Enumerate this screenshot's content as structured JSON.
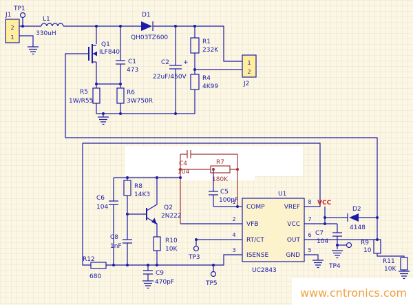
{
  "schematic": {
    "watermark": "www.cntronics.com",
    "power_label": "VCC",
    "test_points": {
      "tp1": "TP1",
      "tp3": "TP3",
      "tp4": "TP4",
      "tp5": "TP5"
    },
    "connectors": {
      "j1": {
        "name": "J1",
        "pin_top": "2",
        "pin_bottom": "1"
      },
      "j2": {
        "name": "J2",
        "pin_top": "1",
        "pin_bottom": "2"
      }
    },
    "ic": {
      "name": "U1",
      "part": "UC2843",
      "left_pins": [
        {
          "num": "1",
          "label": "COMP"
        },
        {
          "num": "2",
          "label": "VFB"
        },
        {
          "num": "4",
          "label": "RT/CT"
        },
        {
          "num": "3",
          "label": "ISENSE"
        }
      ],
      "right_pins": [
        {
          "num": "8",
          "label": "VREF"
        },
        {
          "num": "7",
          "label": "VCC"
        },
        {
          "num": "6",
          "label": "OUT"
        },
        {
          "num": "5",
          "label": "GND"
        }
      ]
    },
    "components": {
      "l1": {
        "name": "L1",
        "value": "330uH"
      },
      "d1": {
        "name": "D1",
        "value": "QH03TZ600"
      },
      "d2": {
        "name": "D2",
        "value": "4148"
      },
      "q1": {
        "name": "Q1",
        "value": "ILF840"
      },
      "q2": {
        "name": "Q2",
        "value": "2N222"
      },
      "r1": {
        "name": "R1",
        "value": "232K"
      },
      "r4": {
        "name": "R4",
        "value": "4K99"
      },
      "r5": {
        "name": "R5",
        "value": "1W/R55"
      },
      "r6": {
        "name": "R6",
        "value": "3W750R"
      },
      "r7": {
        "name": "R7",
        "value": "180K"
      },
      "r8": {
        "name": "R8",
        "value": "14K3"
      },
      "r9": {
        "name": "R9",
        "value": "10"
      },
      "r10": {
        "name": "R10",
        "value": "10K"
      },
      "r11": {
        "name": "R11",
        "value": "10K"
      },
      "r12": {
        "name": "R12",
        "value": "680"
      },
      "c1": {
        "name": "C1",
        "value": "473"
      },
      "c2": {
        "name": "C2",
        "value": "22uF/450V",
        "polarity": "+"
      },
      "c4": {
        "name": "C4",
        "value": "104"
      },
      "c5": {
        "name": "C5",
        "value": "100pF"
      },
      "c6": {
        "name": "C6",
        "value": "104"
      },
      "c7": {
        "name": "C7",
        "value": "104"
      },
      "c8": {
        "name": "C8",
        "value": "1nF"
      },
      "c9": {
        "name": "C9",
        "value": "470pF"
      }
    },
    "colors": {
      "wire": "#1c1ca8",
      "red": "#a03434",
      "power": "#cc2222",
      "conn": "#ffef9c",
      "ic": "#fcf3cc",
      "bg": "#fcf7e5",
      "grid": "#e9e2ca",
      "watermark": "#efa03c"
    }
  }
}
